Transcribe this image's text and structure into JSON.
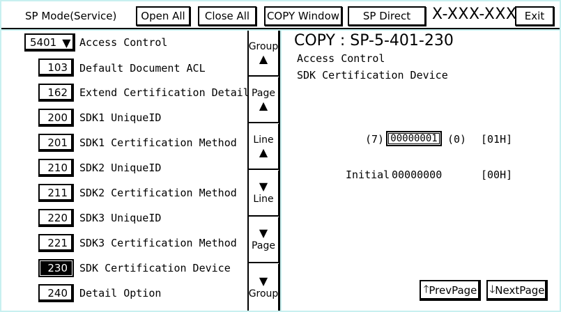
{
  "header": {
    "mode_title": "SP Mode(Service)",
    "open_all": "Open All",
    "close_all": "Close All",
    "copy_window": "COPY Window",
    "sp_direct": "SP Direct",
    "code": "X-XXX-XXX",
    "exit": "Exit"
  },
  "list": {
    "group_code": "5401",
    "group_label": "Access Control",
    "items": [
      {
        "num": "103",
        "label": "Default Document ACL"
      },
      {
        "num": "162",
        "label": "Extend Certification Detail"
      },
      {
        "num": "200",
        "label": "SDK1 UniqueID"
      },
      {
        "num": "201",
        "label": "SDK1 Certification Method"
      },
      {
        "num": "210",
        "label": "SDK2 UniqueID"
      },
      {
        "num": "211",
        "label": "SDK2 Certification Method"
      },
      {
        "num": "220",
        "label": "SDK3 UniqueID"
      },
      {
        "num": "221",
        "label": "SDK3 Certification Method"
      },
      {
        "num": "230",
        "label": "SDK Certification Device"
      },
      {
        "num": "240",
        "label": "Detail Option"
      }
    ],
    "selected_num": "230"
  },
  "nav": {
    "group_up": "Group",
    "page_up": "Page",
    "line_up": "Line",
    "line_down": "Line",
    "page_down": "Page",
    "group_down": "Group",
    "up_icon": "▲",
    "down_icon": "▼"
  },
  "detail": {
    "title": "COPY : SP-5-401-230",
    "line1": "Access Control",
    "line2": "SDK Certification Device",
    "bit_index": "(7)",
    "current_value": "00000001",
    "bit_index_low": "(0)",
    "hex_value": "[01H]",
    "initial_label": "Initial",
    "initial_value": "00000000",
    "initial_hex": "[00H]",
    "prev_page": "PrevPage",
    "next_page": "NextPage"
  }
}
